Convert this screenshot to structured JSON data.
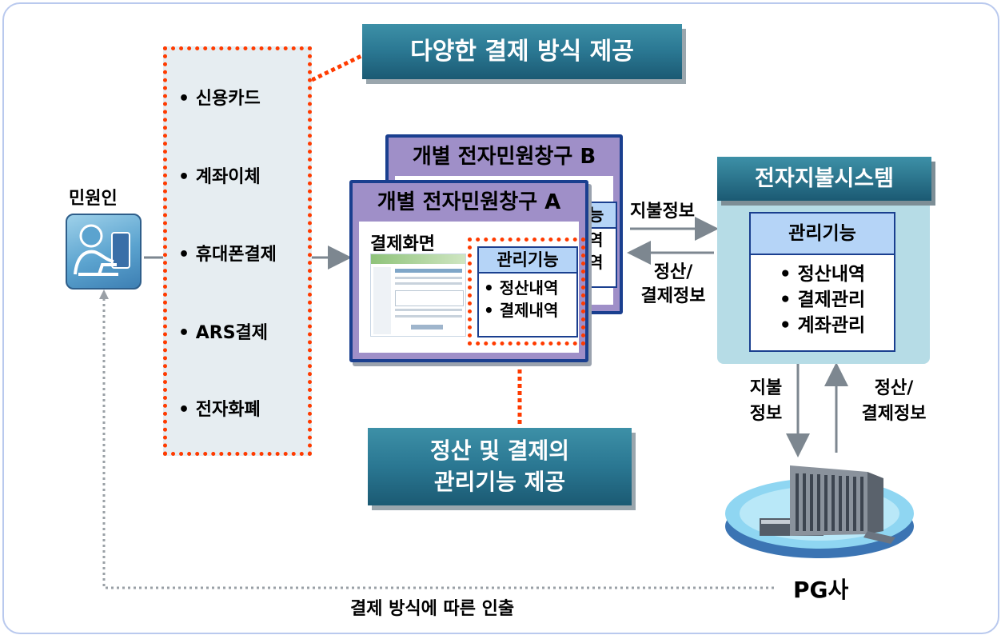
{
  "person": {
    "label": "민원인"
  },
  "methods": {
    "items": [
      "• 신용카드",
      "• 계좌이체",
      "• 휴대폰결제",
      "• ARS결제",
      "• 전자화폐"
    ]
  },
  "callouts": {
    "payment_methods": "다양한 결제 방식 제공",
    "management_line1": "정산 및 결제의",
    "management_line2": "관리기능 제공"
  },
  "window_b": {
    "title": "개별 전자민원창구 B",
    "partial_head": "능",
    "partial_item1": "역",
    "partial_item2": "역"
  },
  "window_a": {
    "title": "개별 전자민원창구 A",
    "screen_label": "결제화면",
    "mgmt": {
      "title": "관리기능",
      "items": [
        "• 정산내역",
        "• 결제내역"
      ]
    }
  },
  "epay": {
    "title": "전자지불시스템",
    "mgmt": {
      "title": "관리기능",
      "items": [
        "• 정산내역",
        "• 결제관리",
        "• 계좌관리"
      ]
    }
  },
  "flows": {
    "pay_info": "지불정보",
    "settle_line1": "정산/",
    "settle_line2": "결제정보",
    "pay_info_v1": "지불",
    "pay_info_v2": "정보",
    "settle_v1": "정산/",
    "settle_v2": "결제정보"
  },
  "pg": {
    "label": "PG사"
  },
  "bottom": {
    "label": "결제 방식에 따른 인출"
  },
  "colors": {
    "callout": "#2a7792",
    "dotted_border": "#ff3b00",
    "window_border": "#1a3f8f",
    "window_fill": "#9f8fc8",
    "panel_fill": "#b6dce6"
  }
}
